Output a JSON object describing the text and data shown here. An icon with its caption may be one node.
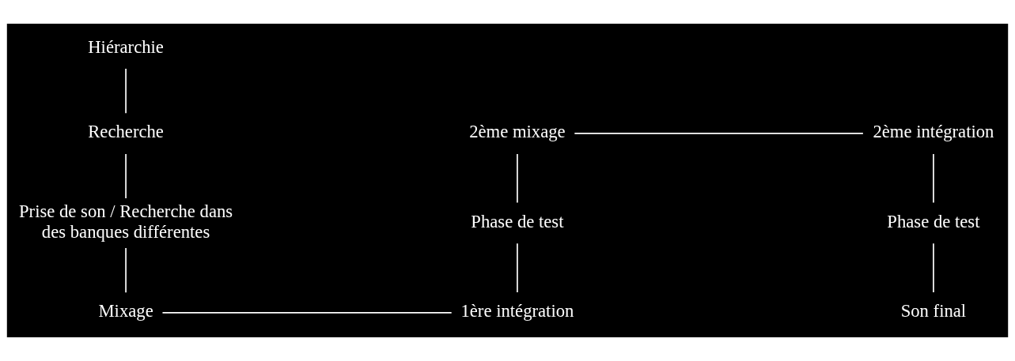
{
  "diagram": {
    "nodes": [
      {
        "text": [
          "Hiérarchie"
        ]
      },
      {
        "text": [
          "Recherche"
        ]
      },
      {
        "text": [
          "Prise de son / Recherche dans des banques différentes"
        ]
      },
      {
        "text": [
          "Mixage"
        ]
      },
      {
        "text": [
          "1ère intégration"
        ]
      },
      {
        "text": [
          "Phase de test"
        ]
      },
      {
        "text": [
          "2ème mixage"
        ]
      },
      {
        "text": [
          "2ème intégration"
        ]
      },
      {
        "text": [
          "Phase de test"
        ]
      },
      {
        "text": [
          "Son final"
        ]
      }
    ],
    "edges": [
      {
        "from": 0,
        "to": 1,
        "arrow": "none"
      },
      {
        "from": 1,
        "to": 2,
        "arrow": "none"
      },
      {
        "from": 2,
        "to": 3,
        "arrow": "none"
      },
      {
        "from": 3,
        "to": 4,
        "arrow": "none"
      },
      {
        "from": 5,
        "to": 4,
        "arrow": "none"
      },
      {
        "from": 6,
        "to": 5,
        "arrow": "none"
      },
      {
        "from": 6,
        "to": 7,
        "arrow": "none"
      },
      {
        "from": 7,
        "to": 8,
        "arrow": "none"
      },
      {
        "from": 8,
        "to": 9,
        "arrow": "none"
      }
    ]
  }
}
